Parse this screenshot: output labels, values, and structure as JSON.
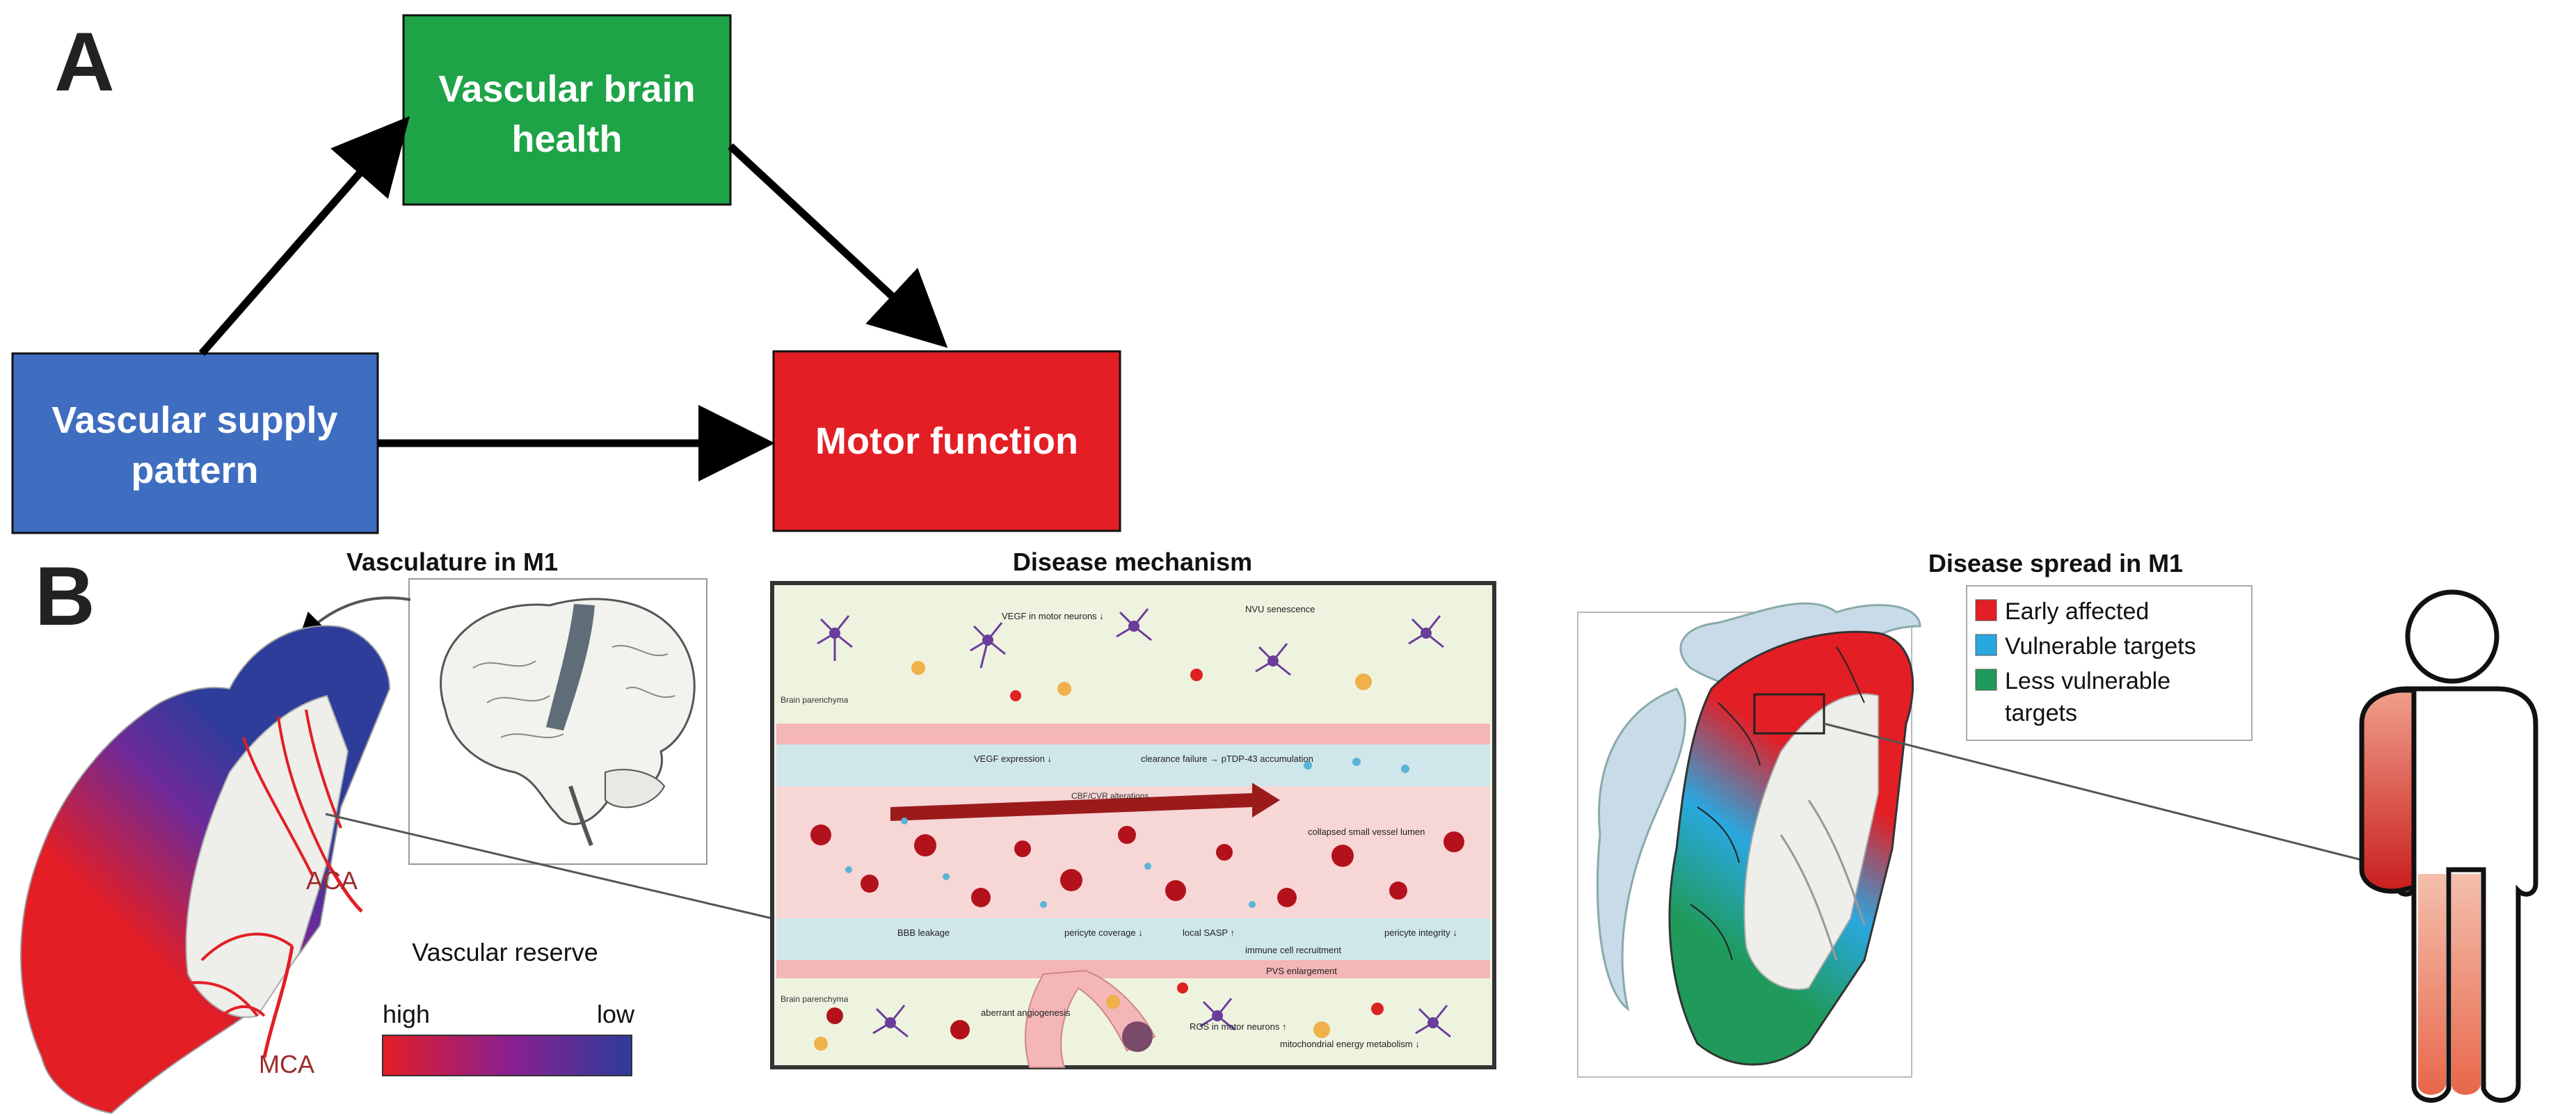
{
  "panel_a": {
    "letter": "A",
    "box_top": {
      "line1": "Vascular brain",
      "line2": "health",
      "color": "#1fa347"
    },
    "box_left": {
      "line1": "Vascular supply",
      "line2": "pattern",
      "color": "#3f6ec0"
    },
    "box_right": {
      "line1": "Motor function",
      "color": "#e31e25"
    }
  },
  "panel_b": {
    "letter": "B",
    "vasculature": {
      "title": "Vasculature in M1",
      "aca": "ACA",
      "mca": "MCA",
      "reserve_label": "Vascular reserve",
      "reserve_high": "high",
      "reserve_low": "low",
      "artery_color": "#9b2b2b"
    },
    "mechanism": {
      "title": "Disease mechanism",
      "labels": {
        "vegf_neurons": "VEGF in motor neurons ↓",
        "nvu": "NVU senescence",
        "brain_parenchyma_top": "Brain parenchyma",
        "vegf_expression": "VEGF expression ↓",
        "clearance": "clearance failure → pTDP-43 accumulation",
        "cbf": "CBF/CVR alterations",
        "collapsed": "collapsed small vessel lumen",
        "bbb": "BBB leakage",
        "pericyte_cov": "pericyte coverage ↓",
        "sasp": "local SASP ↑",
        "immune": "immune cell recruitment",
        "pericyte_int": "pericyte integrity ↓",
        "pvs": "PVS enlargement",
        "aberrant": "aberrant angiogenesis",
        "ros": "ROS in motor neurons ↑",
        "mito": "mitochondrial energy metabolism ↓",
        "brain_parenchyma_bottom": "Brain parenchyma"
      }
    },
    "spread": {
      "title": "Disease spread in M1",
      "legend": [
        {
          "label": "Early affected",
          "color": "#e31e25"
        },
        {
          "label": "Vulnerable targets",
          "color": "#29a8e0"
        },
        {
          "label": "Less vulnerable",
          "label2": "targets",
          "color": "#1f9a5a"
        }
      ]
    }
  }
}
